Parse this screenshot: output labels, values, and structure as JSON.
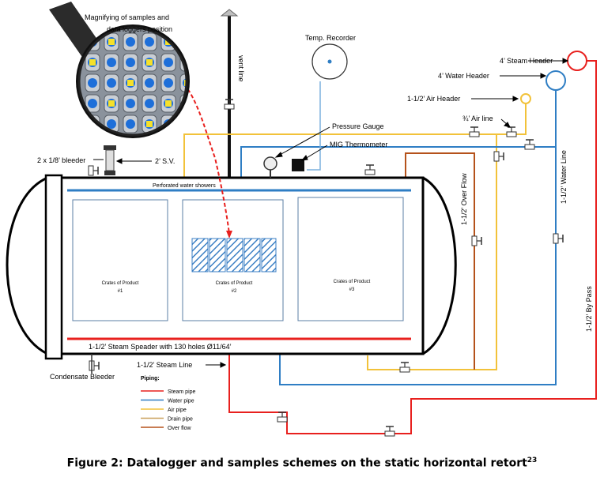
{
  "magnifier": {
    "label_line1": "Magnifying of samples and",
    "label_line2": "data loggers position"
  },
  "labels": {
    "vent_line": "vent line",
    "temp_recorder": "Temp. Recorder",
    "steam_header": "4’ Steam Header",
    "water_header": "4’ Water Header",
    "air_header": "1-1/2’ Air Header",
    "air_line": "¾’ Air line",
    "pressure_gauge": "Pressure Gauge",
    "mig_thermometer": "MIG Thermometer",
    "bleeder": "2 x 1/8’ bleeder",
    "sv": "2’ S.V.",
    "over_flow": "1-1/2’ Over Flow",
    "water_line": "1-1/2’ Water Line",
    "by_pass": "1-1/2’ By Pass",
    "perforated_showers": "Perforated water showers",
    "steam_spreader": "1-1/2’ Steam Speader with 130 holes Ø11/64’",
    "steam_line": "1-1/2’ Steam Line",
    "condensate_bleeder": "Condensate Bleeder"
  },
  "crates": [
    {
      "line1": "Crates of Product",
      "line2": "#1"
    },
    {
      "line1": "Crates of Product",
      "line2": "#2"
    },
    {
      "line1": "Crates of Product",
      "line2": "#3"
    }
  ],
  "legend": {
    "title": "Piping:",
    "items": [
      {
        "label": "Steam pipe",
        "color": "#e8201e"
      },
      {
        "label": "Water pipe",
        "color": "#2f7ec4"
      },
      {
        "label": "Air pipe",
        "color": "#f2c23a"
      },
      {
        "label": "Drain pipe",
        "color": "#c9a05a"
      },
      {
        "label": "Over flow",
        "color": "#b5521b"
      }
    ]
  },
  "caption": {
    "text": "Figure 2:  Datalogger and samples schemes on the static horizontal retort",
    "ref": "23"
  }
}
